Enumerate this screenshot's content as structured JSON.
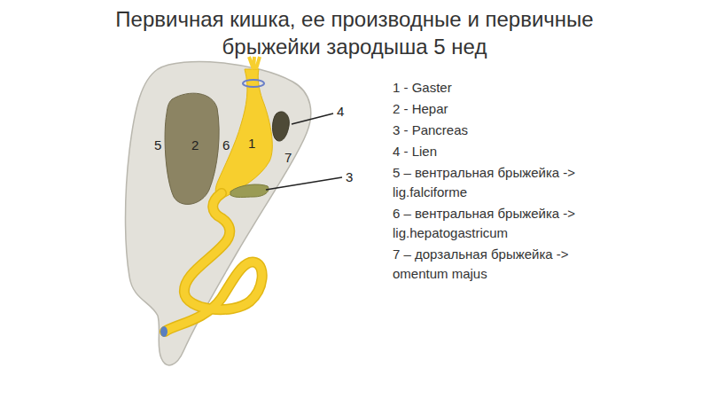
{
  "diagram": {
    "title": "Первичная кишка, ее производные и первичные брыжейки зародыша 5 нед",
    "labels": [
      "1 - Gaster",
      "2 - Hepar",
      "3 - Pancreas",
      "4 - Lien",
      "5 – вентральная брыжейка -> lig.falciforme",
      "6 – вентральная брыжейка -> lig.hepatogastricum",
      "7 – дорзальная брыжейка -> omentum majus",
      "5",
      "2",
      "6",
      "1",
      "4",
      "7",
      "3"
    ]
  }
}
